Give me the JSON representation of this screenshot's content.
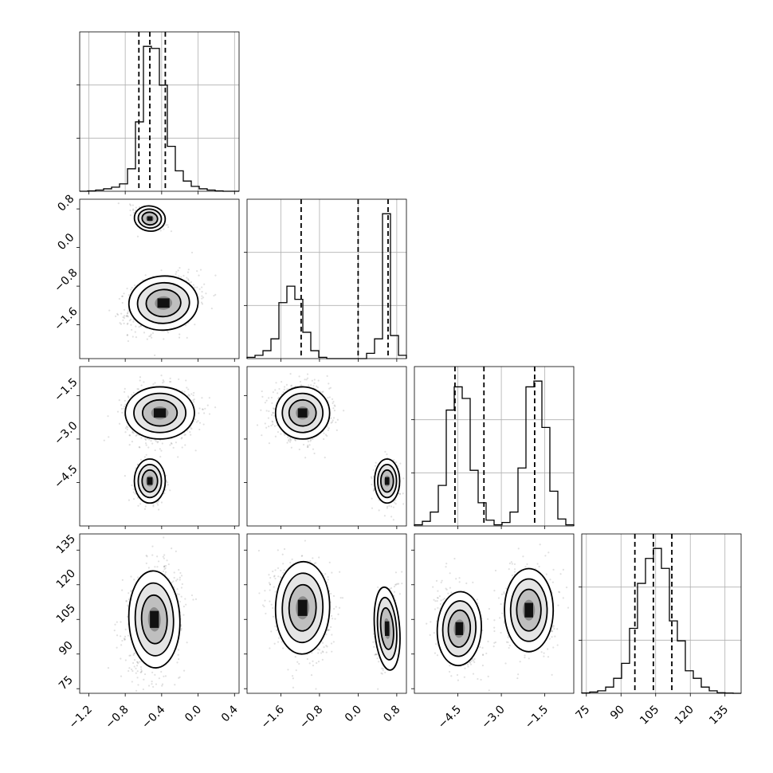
{
  "chart_data": {
    "type": "corner",
    "params": [
      {
        "range": [
          -1.3,
          0.45
        ],
        "ticks": [
          -1.2,
          -0.8,
          -0.4,
          0.0,
          0.4
        ],
        "tick_labels": [
          "−1.2",
          "−0.8",
          "−0.4",
          "0.0",
          "0.4"
        ]
      },
      {
        "range": [
          -2.3,
          1.0
        ],
        "ticks": [
          -1.6,
          -0.8,
          0.0,
          0.8
        ],
        "tick_labels": [
          "−1.6",
          "−0.8",
          "0.0",
          "0.8"
        ]
      },
      {
        "range": [
          -6.0,
          -0.5
        ],
        "ticks": [
          -4.5,
          -3.0,
          -1.5
        ],
        "tick_labels": [
          "−4.5",
          "−3.0",
          "−1.5"
        ]
      },
      {
        "range": [
          73,
          142
        ],
        "ticks": [
          75,
          90,
          105,
          120,
          135
        ],
        "tick_labels": [
          "75",
          "90",
          "105",
          "120",
          "135"
        ]
      }
    ],
    "histograms": [
      {
        "edges_start": -1.3,
        "bin_width": 0.0875,
        "counts": [
          0,
          1,
          3,
          6,
          10,
          18,
          55,
          170,
          355,
          350,
          260,
          110,
          50,
          25,
          12,
          6,
          3,
          1,
          0,
          0
        ],
        "quantile_lines": [
          -0.65,
          -0.53,
          -0.36
        ]
      },
      {
        "edges_start": -2.3,
        "bin_width": 0.165,
        "counts": [
          2,
          5,
          12,
          30,
          85,
          110,
          90,
          40,
          12,
          2,
          0,
          0,
          0,
          0,
          0,
          8,
          30,
          220,
          35,
          5
        ],
        "quantile_lines": [
          -1.18,
          0.0,
          0.62
        ]
      },
      {
        "edges_start": -6.0,
        "bin_width": 0.275,
        "counts": [
          1,
          4,
          12,
          35,
          100,
          120,
          110,
          48,
          20,
          5,
          1,
          3,
          12,
          50,
          120,
          125,
          85,
          30,
          6,
          1
        ],
        "quantile_lines": [
          -4.6,
          -3.6,
          -1.85
        ]
      },
      {
        "edges_start": 73,
        "bin_width": 3.45,
        "counts": [
          0.3,
          1,
          2,
          5,
          12,
          24,
          52,
          88,
          108,
          116,
          100,
          58,
          42,
          18,
          12,
          5,
          2,
          0.5,
          0.2,
          0
        ],
        "quantile_lines": [
          96,
          104,
          112
        ]
      }
    ],
    "joint_clusters": [
      {
        "pair": [
          0,
          1
        ],
        "clusters": [
          {
            "mx": -0.53,
            "my": 0.6,
            "sx": 0.085,
            "sy": 0.13,
            "rho": -0.5,
            "n": 300
          },
          {
            "mx": -0.38,
            "my": -1.15,
            "sx": 0.19,
            "sy": 0.28,
            "rho": 0.25,
            "n": 900
          }
        ]
      },
      {
        "pair": [
          0,
          2
        ],
        "clusters": [
          {
            "mx": -0.42,
            "my": -2.1,
            "sx": 0.19,
            "sy": 0.45,
            "rho": 0.0,
            "n": 900
          },
          {
            "mx": -0.53,
            "my": -4.45,
            "sx": 0.085,
            "sy": 0.38,
            "rho": 0.0,
            "n": 300
          }
        ]
      },
      {
        "pair": [
          1,
          2
        ],
        "clusters": [
          {
            "mx": -1.15,
            "my": -2.1,
            "sx": 0.28,
            "sy": 0.45,
            "rho": 0.0,
            "n": 900
          },
          {
            "mx": 0.6,
            "my": -4.45,
            "sx": 0.13,
            "sy": 0.38,
            "rho": 0.0,
            "n": 300
          }
        ]
      },
      {
        "pair": [
          0,
          3
        ],
        "clusters": [
          {
            "mx": -0.48,
            "my": 105,
            "sx": 0.14,
            "sy": 10.5,
            "rho": 0.15,
            "n": 1200
          }
        ]
      },
      {
        "pair": [
          1,
          3
        ],
        "clusters": [
          {
            "mx": -1.15,
            "my": 110,
            "sx": 0.28,
            "sy": 10,
            "rho": -0.1,
            "n": 900
          },
          {
            "mx": 0.6,
            "my": 101,
            "sx": 0.13,
            "sy": 9,
            "rho": 0.3,
            "n": 300
          }
        ]
      },
      {
        "pair": [
          2,
          3
        ],
        "clusters": [
          {
            "mx": -4.45,
            "my": 101,
            "sx": 0.38,
            "sy": 8,
            "rho": -0.2,
            "n": 600
          },
          {
            "mx": -2.05,
            "my": 109,
            "sx": 0.42,
            "sy": 9,
            "rho": 0.0,
            "n": 600
          }
        ]
      }
    ],
    "grid": true
  }
}
